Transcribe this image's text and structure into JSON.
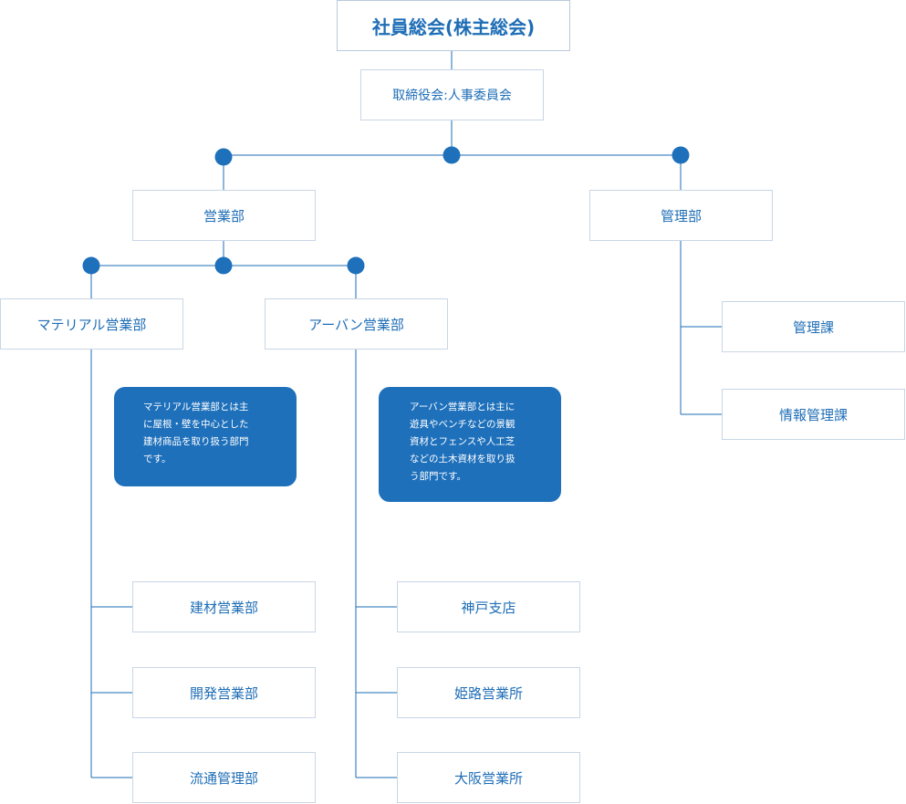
{
  "org": {
    "top": "社員総会(株主総会)",
    "board": "取締役会:人事委員会",
    "sales": {
      "label": "営業部",
      "material": {
        "label": "マテリアル営業部",
        "description": [
          "マテリアル営業部とは主",
          "に屋根・壁を中心とした",
          "建材商品を取り扱う部門",
          "です。"
        ],
        "children": [
          "建材営業部",
          "開発営業部",
          "流通管理部"
        ]
      },
      "urban": {
        "label": "アーバン営業部",
        "description": [
          "アーバン営業部とは主に",
          "遊具やベンチなどの景観",
          "資材とフェンスや人工芝",
          "などの土木資材を取り扱",
          "う部門です。"
        ],
        "children": [
          "神戸支店",
          "姫路営業所",
          "大阪営業所"
        ]
      }
    },
    "management": {
      "label": "管理部",
      "children": [
        "管理課",
        "情報管理課"
      ]
    }
  },
  "colors": {
    "line": "#1e6db6",
    "dot": "#1e70bb",
    "box_border": "#c9d6e6",
    "box_text": "#1e6db6",
    "desc_bg": "#1e70bb"
  }
}
